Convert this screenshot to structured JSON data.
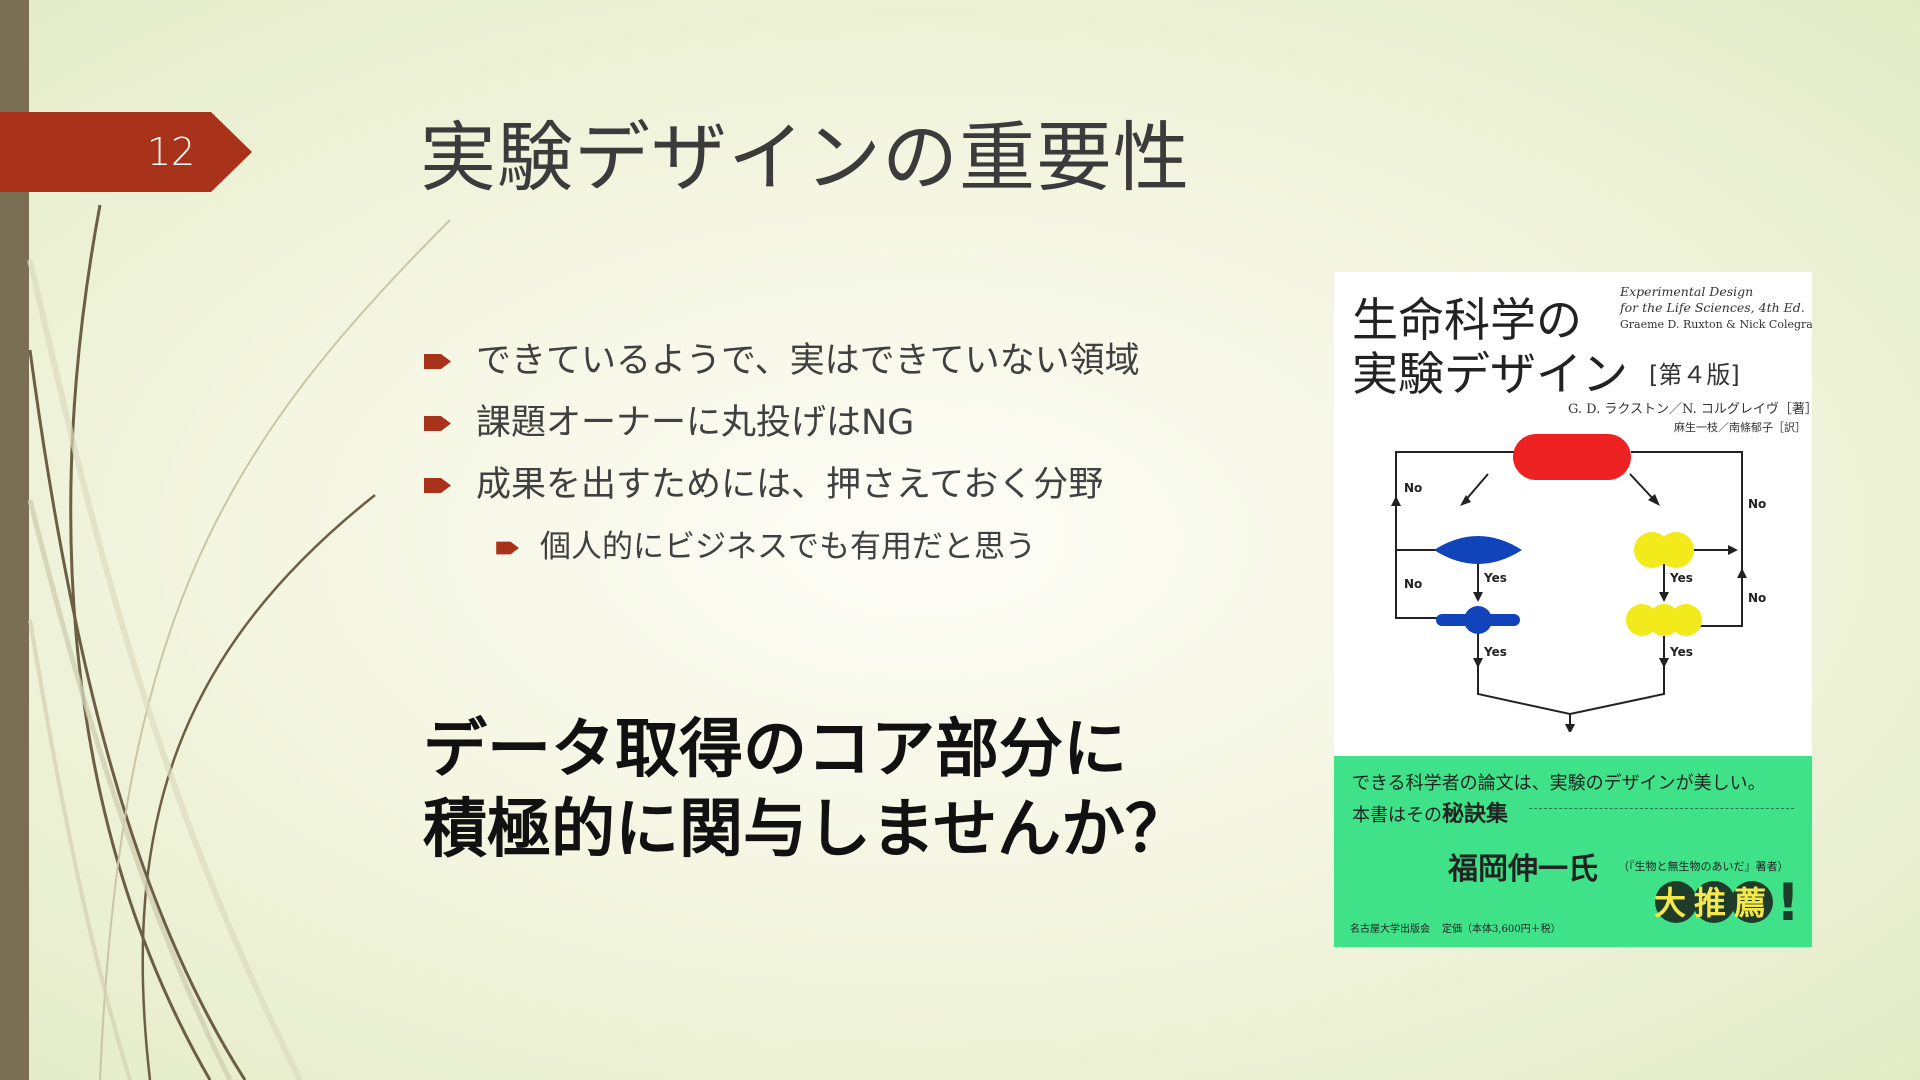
{
  "slide": {
    "number": "12",
    "title": "実験デザインの重要性",
    "bullets": [
      "できているようで、実はできていない領域",
      "課題オーナーに丸投げはNG",
      "成果を出すためには、押さえておく分野"
    ],
    "sub_bullets": [
      "個人的にビジネスでも有用だと思う"
    ],
    "emphasis": [
      "データ取得のコア部分に",
      "積極的に関与しませんか？"
    ]
  },
  "book": {
    "title_line1": "生命科学の",
    "title_line2": "実験デザイン",
    "edition": "[第４版]",
    "en_title_1": "Experimental Design",
    "en_title_2": "for the Life Sciences, 4th Ed.",
    "en_authors": "Graeme D. Ruxton & Nick Colegrave",
    "authors": "G. D. ラクストン／N. コルグレイヴ［著］",
    "translators": "麻生一枝／南條郁子［訳］",
    "flow_labels": {
      "no": "No",
      "yes": "Yes"
    },
    "blurb_1": "できる科学者の論文は、実験のデザインが美しい。",
    "blurb_2_prefix": "本書はその",
    "blurb_2_emph": "秘訣集",
    "recommender": "福岡伸一氏",
    "recommender_note": "（『生物と無生物のあいだ』著者）",
    "badge": "大推薦",
    "badge_mark": "!",
    "publisher": "名古屋大学出版会",
    "price": "定価（本体3,600円＋税）"
  },
  "colors": {
    "accent": "#a8321a",
    "left_bar": "#7a6e55",
    "book_green": "#3fe288",
    "flow_red": "#ee2222",
    "flow_blue": "#1144bb",
    "flow_yellow": "#f2ea1a"
  }
}
